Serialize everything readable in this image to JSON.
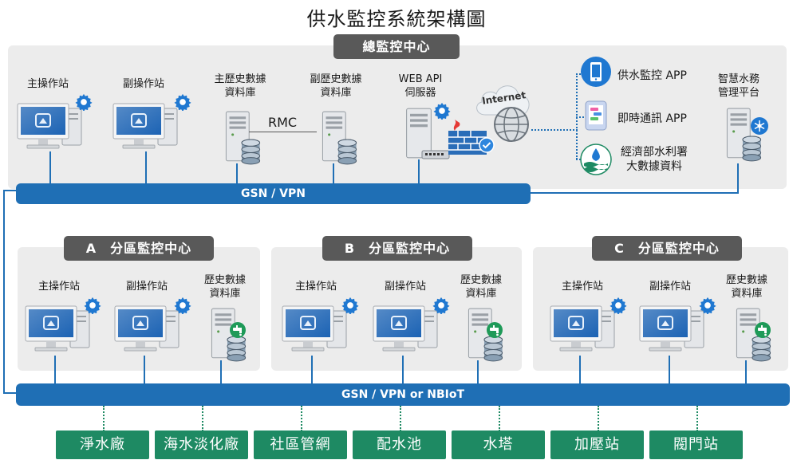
{
  "title": "供水監控系統架構圖",
  "hq": {
    "header": "總監控中心",
    "main_station": "主操作站",
    "sub_station": "副操作站",
    "main_db": [
      "主歷史數據",
      "資料庫"
    ],
    "sub_db": [
      "副歷史數據",
      "資料庫"
    ],
    "rmc": "RMC",
    "web_api": [
      "WEB API",
      "伺服器"
    ],
    "internet": "Internet",
    "apps": [
      "供水監控 APP",
      "即時通訊 APP"
    ],
    "moea": [
      "經濟部水利署",
      "大數據資料"
    ],
    "smart": [
      "智慧水務",
      "管理平台"
    ],
    "network": "GSN / VPN"
  },
  "zones": [
    {
      "header": "A　分區監控中心",
      "main_station": "主操作站",
      "sub_station": "副操作站",
      "db": [
        "歷史數據",
        "資料庫"
      ]
    },
    {
      "header": "B　分區監控中心",
      "main_station": "主操作站",
      "sub_station": "副操作站",
      "db": [
        "歷史數據",
        "資料庫"
      ]
    },
    {
      "header": "C　分區監控中心",
      "main_station": "主操作站",
      "sub_station": "副操作站",
      "db": [
        "歷史數據",
        "資料庫"
      ]
    }
  ],
  "field_network": "GSN / VPN or NBIoT",
  "facilities": [
    "淨水廠",
    "海水淡化廠",
    "社區管網",
    "配水池",
    "水塔",
    "加壓站",
    "閥門站"
  ],
  "colors": {
    "network_blue": "#1f6fb5",
    "facility_green": "#1e8a63",
    "header_gray": "#595959",
    "panel_gray": "#ececec"
  }
}
